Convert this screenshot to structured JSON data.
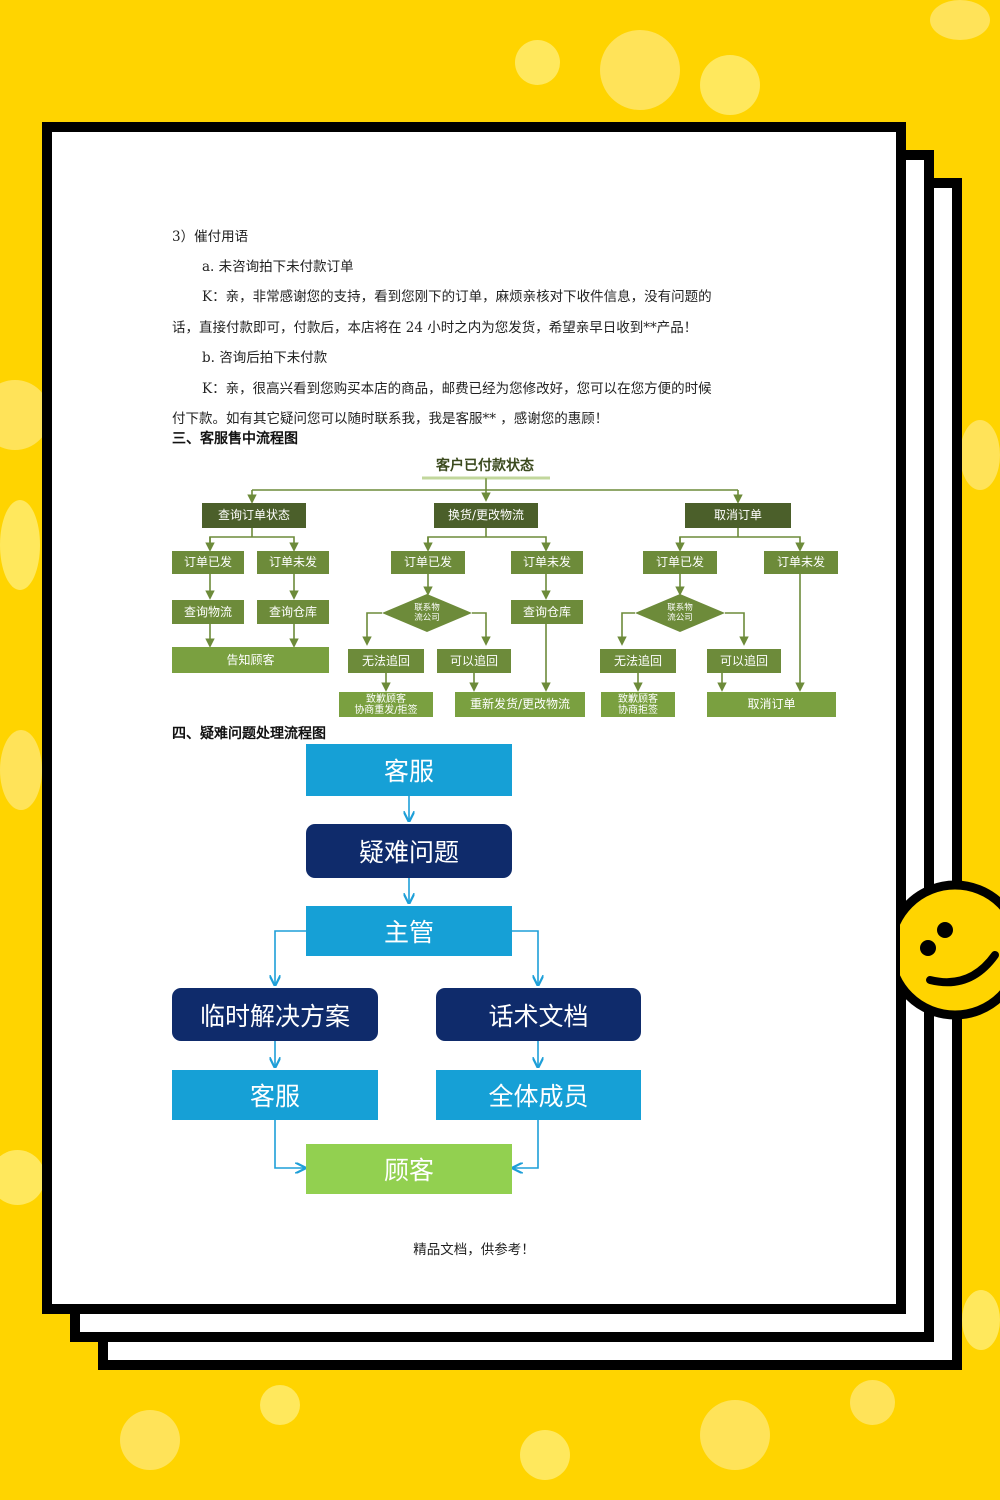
{
  "text": {
    "l1": "3）催付用语",
    "l2": "a.  未咨询拍下未付款订单",
    "l3": "K：亲，非常感谢您的支持，看到您刚下的订单，麻烦亲核对下收件信息，没有问题的",
    "l4": "话，直接付款即可，付款后，本店将在 24 小时之内为您发货，希望亲早日收到**产品！",
    "l5": "b.  咨询后拍下未付款",
    "l6": "K：亲，很高兴看到您购买本店的商品，邮费已经为您修改好，您可以在您方便的时候",
    "l7": "付下款。如有其它疑问您可以随时联系我，我是客服** ，感谢您的惠顾！",
    "h3": "三、客服售中流程图",
    "h4": "四、疑难问题处理流程图",
    "footer": "精品文档，供参考！"
  },
  "flow_sale": {
    "top": "客户已付款状态",
    "b1": "查询订单状态",
    "b2": "换货/更改物流",
    "b3": "取消订单",
    "c1": "订单已发",
    "c2": "订单未发",
    "c3": "订单已发",
    "c4": "订单未发",
    "c5": "订单已发",
    "c6": "订单未发",
    "d1": "查询物流",
    "d2": "查询仓库",
    "d3": "查询仓库",
    "dia1": "联系物\n流公司",
    "dia2": "联系物\n流公司",
    "e1": "告知顾客",
    "f1": "无法追回",
    "f2": "可以追回",
    "f3": "无法追回",
    "f4": "可以追回",
    "g1": "致歉顾客\n协商重发/拒签",
    "g2": "重新发货/更改物流",
    "g3": "致歉顾客\n协商拒签",
    "g4": "取消订单"
  },
  "flow_issue": {
    "n1": "客服",
    "n2": "疑难问题",
    "n3": "主管",
    "n4": "临时解决方案",
    "n5": "话术文档",
    "n6": "客服",
    "n7": "全体成员",
    "n8": "顾客"
  },
  "colors": {
    "background": "#ffd400",
    "green_dark": "#4b5f2a",
    "green_mid": "#6d8b3a",
    "blue_light": "#16a0d6",
    "blue_dark": "#0f2b6b",
    "green_light": "#92d050"
  }
}
